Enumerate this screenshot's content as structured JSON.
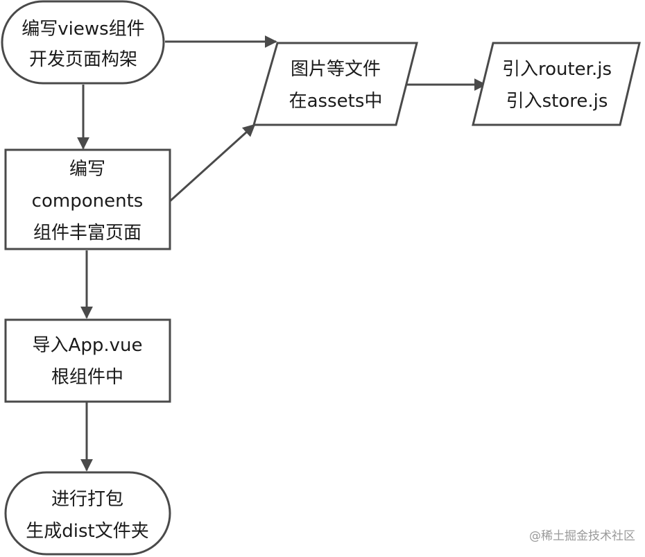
{
  "nodes": {
    "start": {
      "lines": [
        "编写views组件",
        "开发页面构架"
      ]
    },
    "components": {
      "lines": [
        "编写",
        "components",
        "组件丰富页面"
      ]
    },
    "assets": {
      "lines": [
        "图片等文件",
        "在assets中"
      ]
    },
    "router": {
      "lines": [
        "引入router.js",
        "引入store.js"
      ]
    },
    "app": {
      "lines": [
        "导入App.vue",
        "根组件中"
      ]
    },
    "end": {
      "lines": [
        "进行打包",
        "生成dist文件夹"
      ]
    }
  },
  "watermark": "@稀土掘金技术社区"
}
